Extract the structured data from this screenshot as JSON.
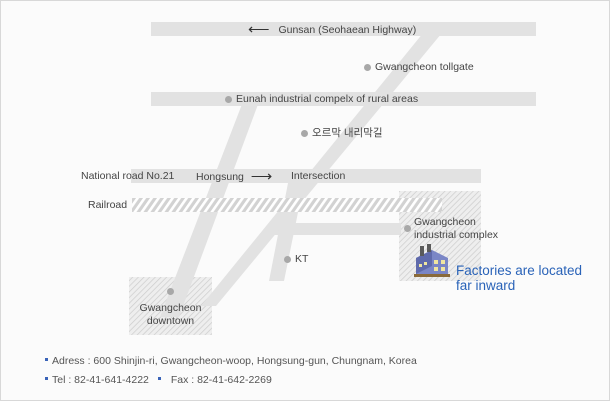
{
  "map": {
    "top_road_label": "Gunsan (Seohaean Highway)",
    "tollgate_label": "Gwangcheon tollgate",
    "industrial_rural_label": "Eunah industrial compelx of rural areas",
    "korean_label": "오르막 내리막길",
    "national_road_label": "National road No.21",
    "hongsung_label": "Hongsung",
    "intersection_label": "Intersection",
    "railroad_label": "Railroad",
    "complex_label_line1": "Gwangcheon",
    "complex_label_line2": "industrial complex",
    "kt_label": "KT",
    "downtown_label_line1": "Gwangcheon",
    "downtown_label_line2": "downtown",
    "factories_line1": "Factories are located",
    "factories_line2": "far inward"
  },
  "contact": {
    "address": "Adress : 600 Shinjin-ri, Gwangcheon-woop, Hongsung-gun, Chungnam, Korea",
    "tel": "Tel : 82-41-641-4222",
    "fax": "Fax : 82-41-642-2269"
  },
  "icons": {
    "left_arrow": "arrow-left-icon",
    "right_arrow": "arrow-right-icon",
    "location": "location-dot-icon",
    "factory": "factory-icon"
  },
  "colors": {
    "road": "#e2e2e2",
    "accent_text": "#2a63b8",
    "bullet": "#3a63b8",
    "dot": "#a8a8a8"
  }
}
